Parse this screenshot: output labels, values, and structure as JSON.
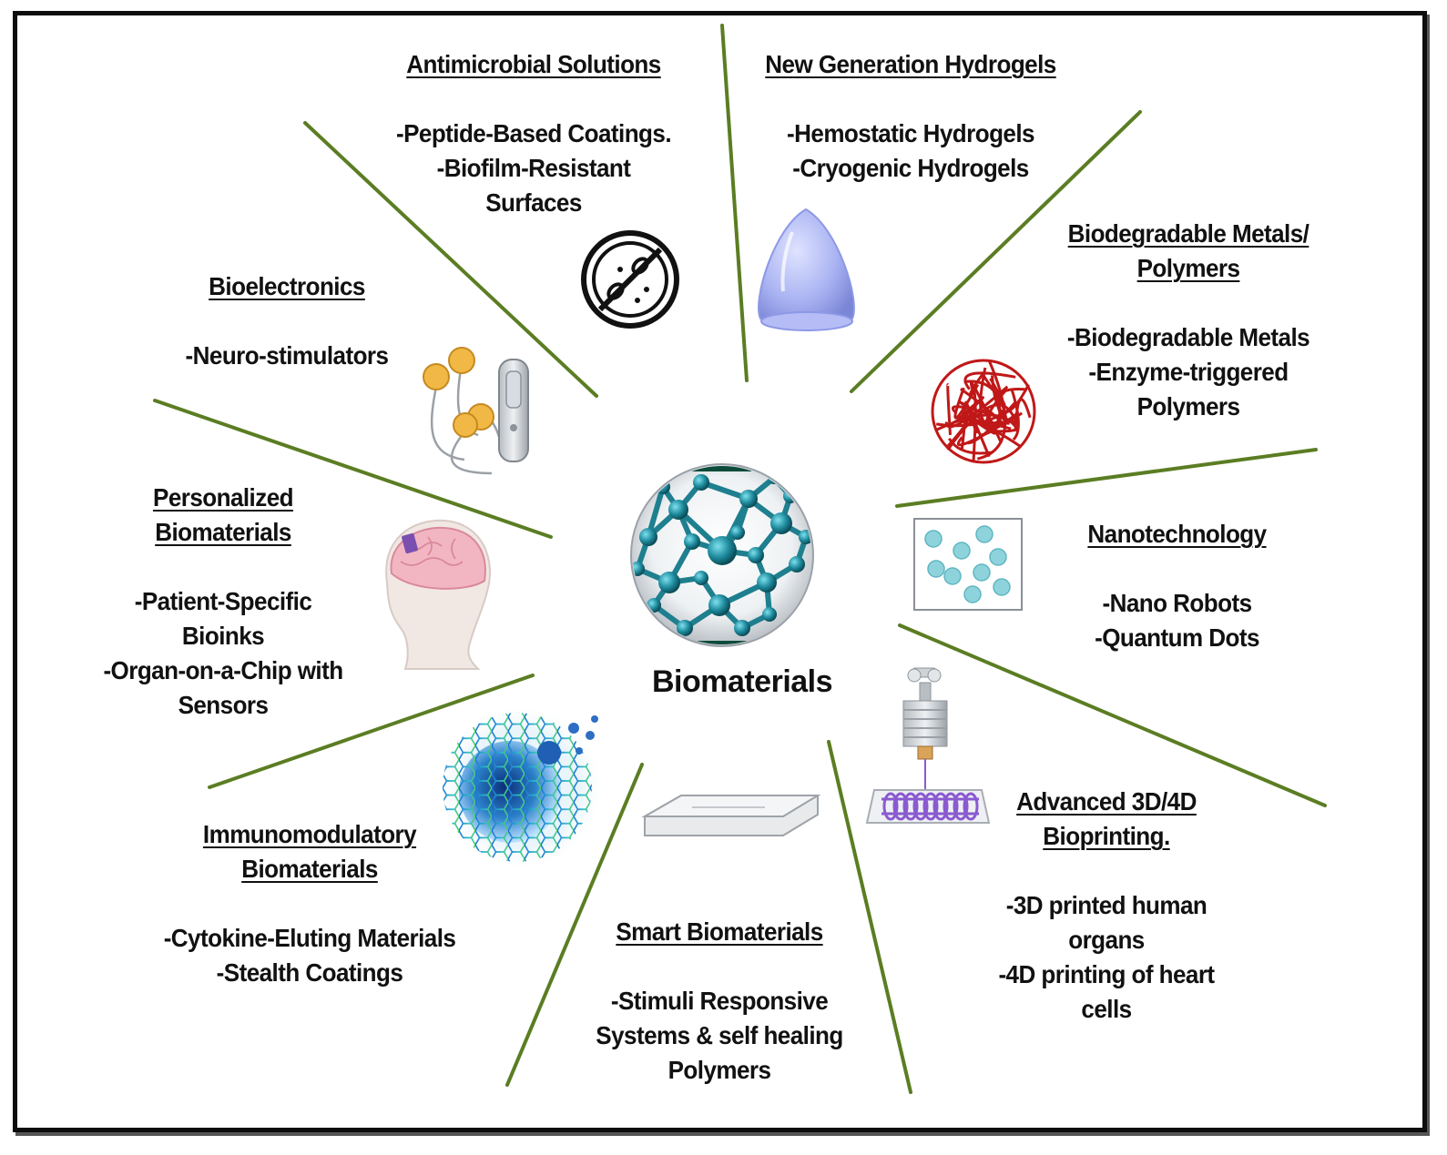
{
  "center": {
    "label": "Biomaterials"
  },
  "blocks": {
    "antimicrobial": {
      "title": "Antimicrobial Solutions",
      "items": [
        "-Peptide-Based Coatings.",
        "-Biofilm-Resistant\nSurfaces"
      ]
    },
    "hydrogels": {
      "title": "New Generation Hydrogels",
      "items": [
        "-Hemostatic Hydrogels",
        "-Cryogenic Hydrogels"
      ]
    },
    "biodegradable": {
      "title_line1": "Biodegradable Metals/",
      "title_line2": "Polymers",
      "items": [
        "-Biodegradable Metals",
        "-Enzyme-triggered\nPolymers"
      ]
    },
    "nanotech": {
      "title": "Nanotechnology",
      "items": [
        "-Nano Robots",
        "-Quantum Dots"
      ]
    },
    "bioprinting": {
      "title_line1": "Advanced 3D/4D",
      "title_line2": "Bioprinting.",
      "items": [
        "-3D printed human\norgans",
        "-4D printing of heart\ncells"
      ]
    },
    "smart": {
      "title": "Smart Biomaterials",
      "items": [
        "-Stimuli Responsive\nSystems & self healing\nPolymers"
      ]
    },
    "immuno": {
      "title_line1": "Immunomodulatory",
      "title_line2": "Biomaterials",
      "items": [
        "-Cytokine-Eluting Materials",
        "-Stealth Coatings"
      ]
    },
    "personalized": {
      "title_line1": "Personalized",
      "title_line2": "Biomaterials",
      "items": [
        "-Patient-Specific\nBioinks",
        "-Organ-on-a-Chip with\nSensors"
      ]
    },
    "bioelectronics": {
      "title": "Bioelectronics",
      "items": [
        "-Neuro-stimulators"
      ]
    }
  },
  "colors": {
    "divider": "#5b7d23",
    "frame": "#0d0d0d",
    "molecule": "#1e8a9b",
    "hydrogel": "#9aa6ee",
    "polymer_ball": "#c01818",
    "nanoparticle": "#8ed3dc",
    "print_lattice": "#8a5ad0",
    "electrode": "#f2b845"
  }
}
